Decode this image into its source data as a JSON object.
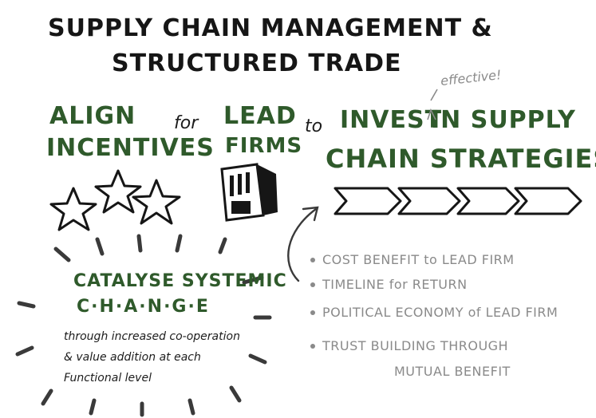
{
  "title": {
    "line1": "SUPPLY CHAIN MANAGEMENT &",
    "line2": "STRUCTURED TRADE"
  },
  "headline": {
    "align": "ALIGN",
    "incentives": "INCENTIVES",
    "for": "for",
    "lead": "LEAD",
    "firms": "FIRMS",
    "to": "to",
    "invest": "INVEST",
    "in_supply": "IN SUPPLY",
    "chain_strategies": "CHAIN STRATEGIES",
    "effective": "effective!"
  },
  "change": {
    "line1": "CATALYSE SYSTEMIC",
    "line2": "C·H·A·N·G·E",
    "desc1": "through increased co-operation",
    "desc2": "& value addition at each",
    "desc3": "Functional level"
  },
  "bullets": [
    "COST BENEFIT to LEAD FIRM",
    "TIMELINE for RETURN",
    "POLITICAL ECONOMY of LEAD FIRM",
    "TRUST BUILDING THROUGH",
    "MUTUAL BENEFIT"
  ],
  "colors": {
    "ink": "#161616",
    "green": "#2f5a2b",
    "gray": "#8a8a8a"
  },
  "icons": [
    "star-icon",
    "building-icon",
    "chevron-arrow-icon",
    "curved-arrow-icon"
  ]
}
